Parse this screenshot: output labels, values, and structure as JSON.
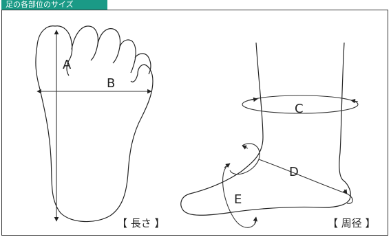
{
  "header": {
    "tab_label": "足の各部位のサイズ"
  },
  "foot_length_view": {
    "label_A": "A",
    "label_B": "B",
    "caption": "【 長さ 】"
  },
  "circumference_view": {
    "label_C": "C",
    "label_D": "D",
    "label_E": "E",
    "caption": "【 周径 】"
  },
  "colors": {
    "tab_background": "#1a9a86",
    "outline": "#222222"
  }
}
